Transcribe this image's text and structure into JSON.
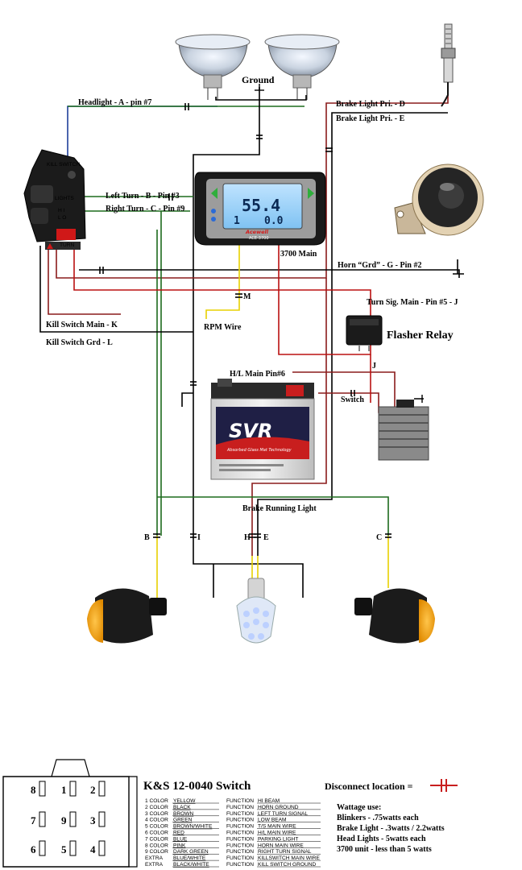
{
  "labels": {
    "ground": "Ground",
    "headlight": "Headlight - A - pin #7",
    "brake_pri_d": "Brake Light Pri. - D",
    "brake_pri_e": "Brake Light Pri. - E",
    "left_turn": "Left Turn - B - Pin #3",
    "right_turn": "Right Turn - C - Pin #9",
    "main_3700": "3700 Main",
    "horn_grd": "Horn “Grd” - G - Pin #2",
    "rpm_m": "M",
    "rpm_wire": "RPM Wire",
    "turn_sig": "Turn Sig. Main - Pin #5 - J",
    "flasher": "Flasher Relay",
    "kill_main": "Kill Switch Main - K",
    "kill_grd": "Kill Switch Grd - L",
    "hl_main": "H/L Main Pin#6",
    "j": "J",
    "switch": "Switch",
    "brake_running": "Brake Running Light",
    "b": "B",
    "i": "I",
    "h": "H",
    "e": "E",
    "c": "C"
  },
  "gauge": {
    "speed": "55.4",
    "gear": "1",
    "odo": "0.0",
    "brand": "Acewell",
    "model": "ACE-3700"
  },
  "battery": {
    "brand": "SVR",
    "tagline": "Absorbed Glass Mat Technology"
  },
  "kill_switch": {
    "top": "KILL SWITCH",
    "lights": "LIGHTS",
    "hi": "H I",
    "lo": "L O",
    "turn": "TURN"
  },
  "legend": {
    "title": "K&S 12-0040 Switch",
    "disconnect": "Disconnect location =",
    "wattage_title": "Wattage use:",
    "wattage": [
      "Blinkers - .75watts each",
      "Brake Light - .3watts / 2.2watts",
      "Head Lights - 5watts each",
      "3700 unit -  less than 5 watts"
    ],
    "pins": [
      "8",
      "1",
      "2",
      "7",
      "9",
      "3",
      "6",
      "5",
      "4"
    ],
    "colors": [
      [
        "1 COLOR",
        "YELLOW"
      ],
      [
        "2 COLOR",
        "BLACK"
      ],
      [
        "3 COLOR",
        "BROWN"
      ],
      [
        "4 COLOR",
        "GREEN"
      ],
      [
        "5 COLOR",
        "BROWN/WHITE"
      ],
      [
        "6 COLOR",
        "RED"
      ],
      [
        "7 COLOR",
        "BLUE"
      ],
      [
        "8 COLOR",
        "PINK"
      ],
      [
        "9 COLOR",
        "DARK GREEN"
      ],
      [
        "EXTRA",
        "BLUE/WHITE"
      ],
      [
        "EXTRA",
        "BLACK/WHITE"
      ]
    ],
    "functions": [
      [
        "FUNCTION",
        "HI BEAM"
      ],
      [
        "FUNCTION",
        "HORN GROUND"
      ],
      [
        "FUNCTION",
        "LEFT TURN SIGNAL"
      ],
      [
        "FUNCTION",
        "LOW BEAM"
      ],
      [
        "FUNCTION",
        "T/S MAIN WIRE"
      ],
      [
        "FUNCTION",
        "H/L MAIN WIRE"
      ],
      [
        "FUNCTION",
        "PARKING LIGHT"
      ],
      [
        "FUNCTION",
        "HORN MAIN WIRE"
      ],
      [
        "FUNCTION",
        "RIGHT TURN SIGNAL"
      ],
      [
        "FUNCTION",
        "KILLSWITCH MAIN WIRE"
      ],
      [
        "FUNCTION",
        "KILL SWITCH GROUND"
      ]
    ]
  }
}
